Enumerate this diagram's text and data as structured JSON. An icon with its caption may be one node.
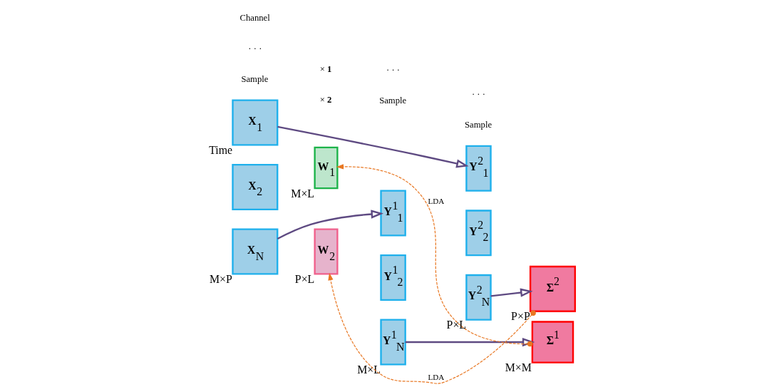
{
  "diagram": {
    "nodes": [
      {
        "text": [
          "**X**$_{1}$"
        ],
        "beside": [
          "Time"
        ]
      },
      {
        "text": [
          "**X**$_{2}$"
        ]
      },
      {
        "text": [
          "**X**$_{N}$"
        ],
        "beside": [
          "M×P"
        ]
      },
      {
        "text": [
          "**W**$_{2}$"
        ],
        "beside": [
          "P×L"
        ]
      },
      {
        "text": [
          "**Y**$^{1}$$_{1}$"
        ]
      },
      {
        "text": [
          "**Y**$^{1}$$_{2}$"
        ]
      },
      {
        "text": [
          "**Y**$^{1}$$_{N}$"
        ],
        "beside": [
          "M×L"
        ]
      },
      {
        "text": [
          "**Σ**$^{1}$"
        ],
        "beside": [
          "M×M"
        ]
      },
      {
        "text": [
          "**Y**$^{2}$$_{1}$"
        ]
      },
      {
        "text": [
          "**Y**$^{2}$$_{2}$"
        ]
      },
      {
        "text": [
          "**Y**$^{2}$$_{N}$"
        ],
        "beside": [
          "P×L"
        ]
      },
      {
        "text": [
          "**Σ**$^{2}$"
        ],
        "beside": [
          "P×P"
        ]
      },
      {
        "text": [
          "**W**$_{1}$"
        ],
        "beside": [
          "M×L"
        ]
      }
    ],
    "edges": [
      {
        "from": 2,
        "to": 4,
        "arrow": "to"
      },
      {
        "from": 6,
        "to": 7,
        "arrow": "to"
      },
      {
        "from": 0,
        "to": 8,
        "arrow": "to"
      },
      {
        "from": 10,
        "to": 11,
        "arrow": "to"
      },
      {
        "from": 11,
        "to": 3,
        "arrow": "to",
        "style": "dashed",
        "color": "#e87722",
        "label": "LDA"
      },
      {
        "from": 7,
        "to": 12,
        "arrow": "to",
        "style": "dashed",
        "color": "#e87722",
        "label": "LDA"
      }
    ],
    "labels": [
      "× **2**",
      "Sample",
      "· · ·",
      "Sample",
      "· · ·",
      "Channel",
      "Sample",
      "· · ·",
      "× **1**"
    ]
  }
}
